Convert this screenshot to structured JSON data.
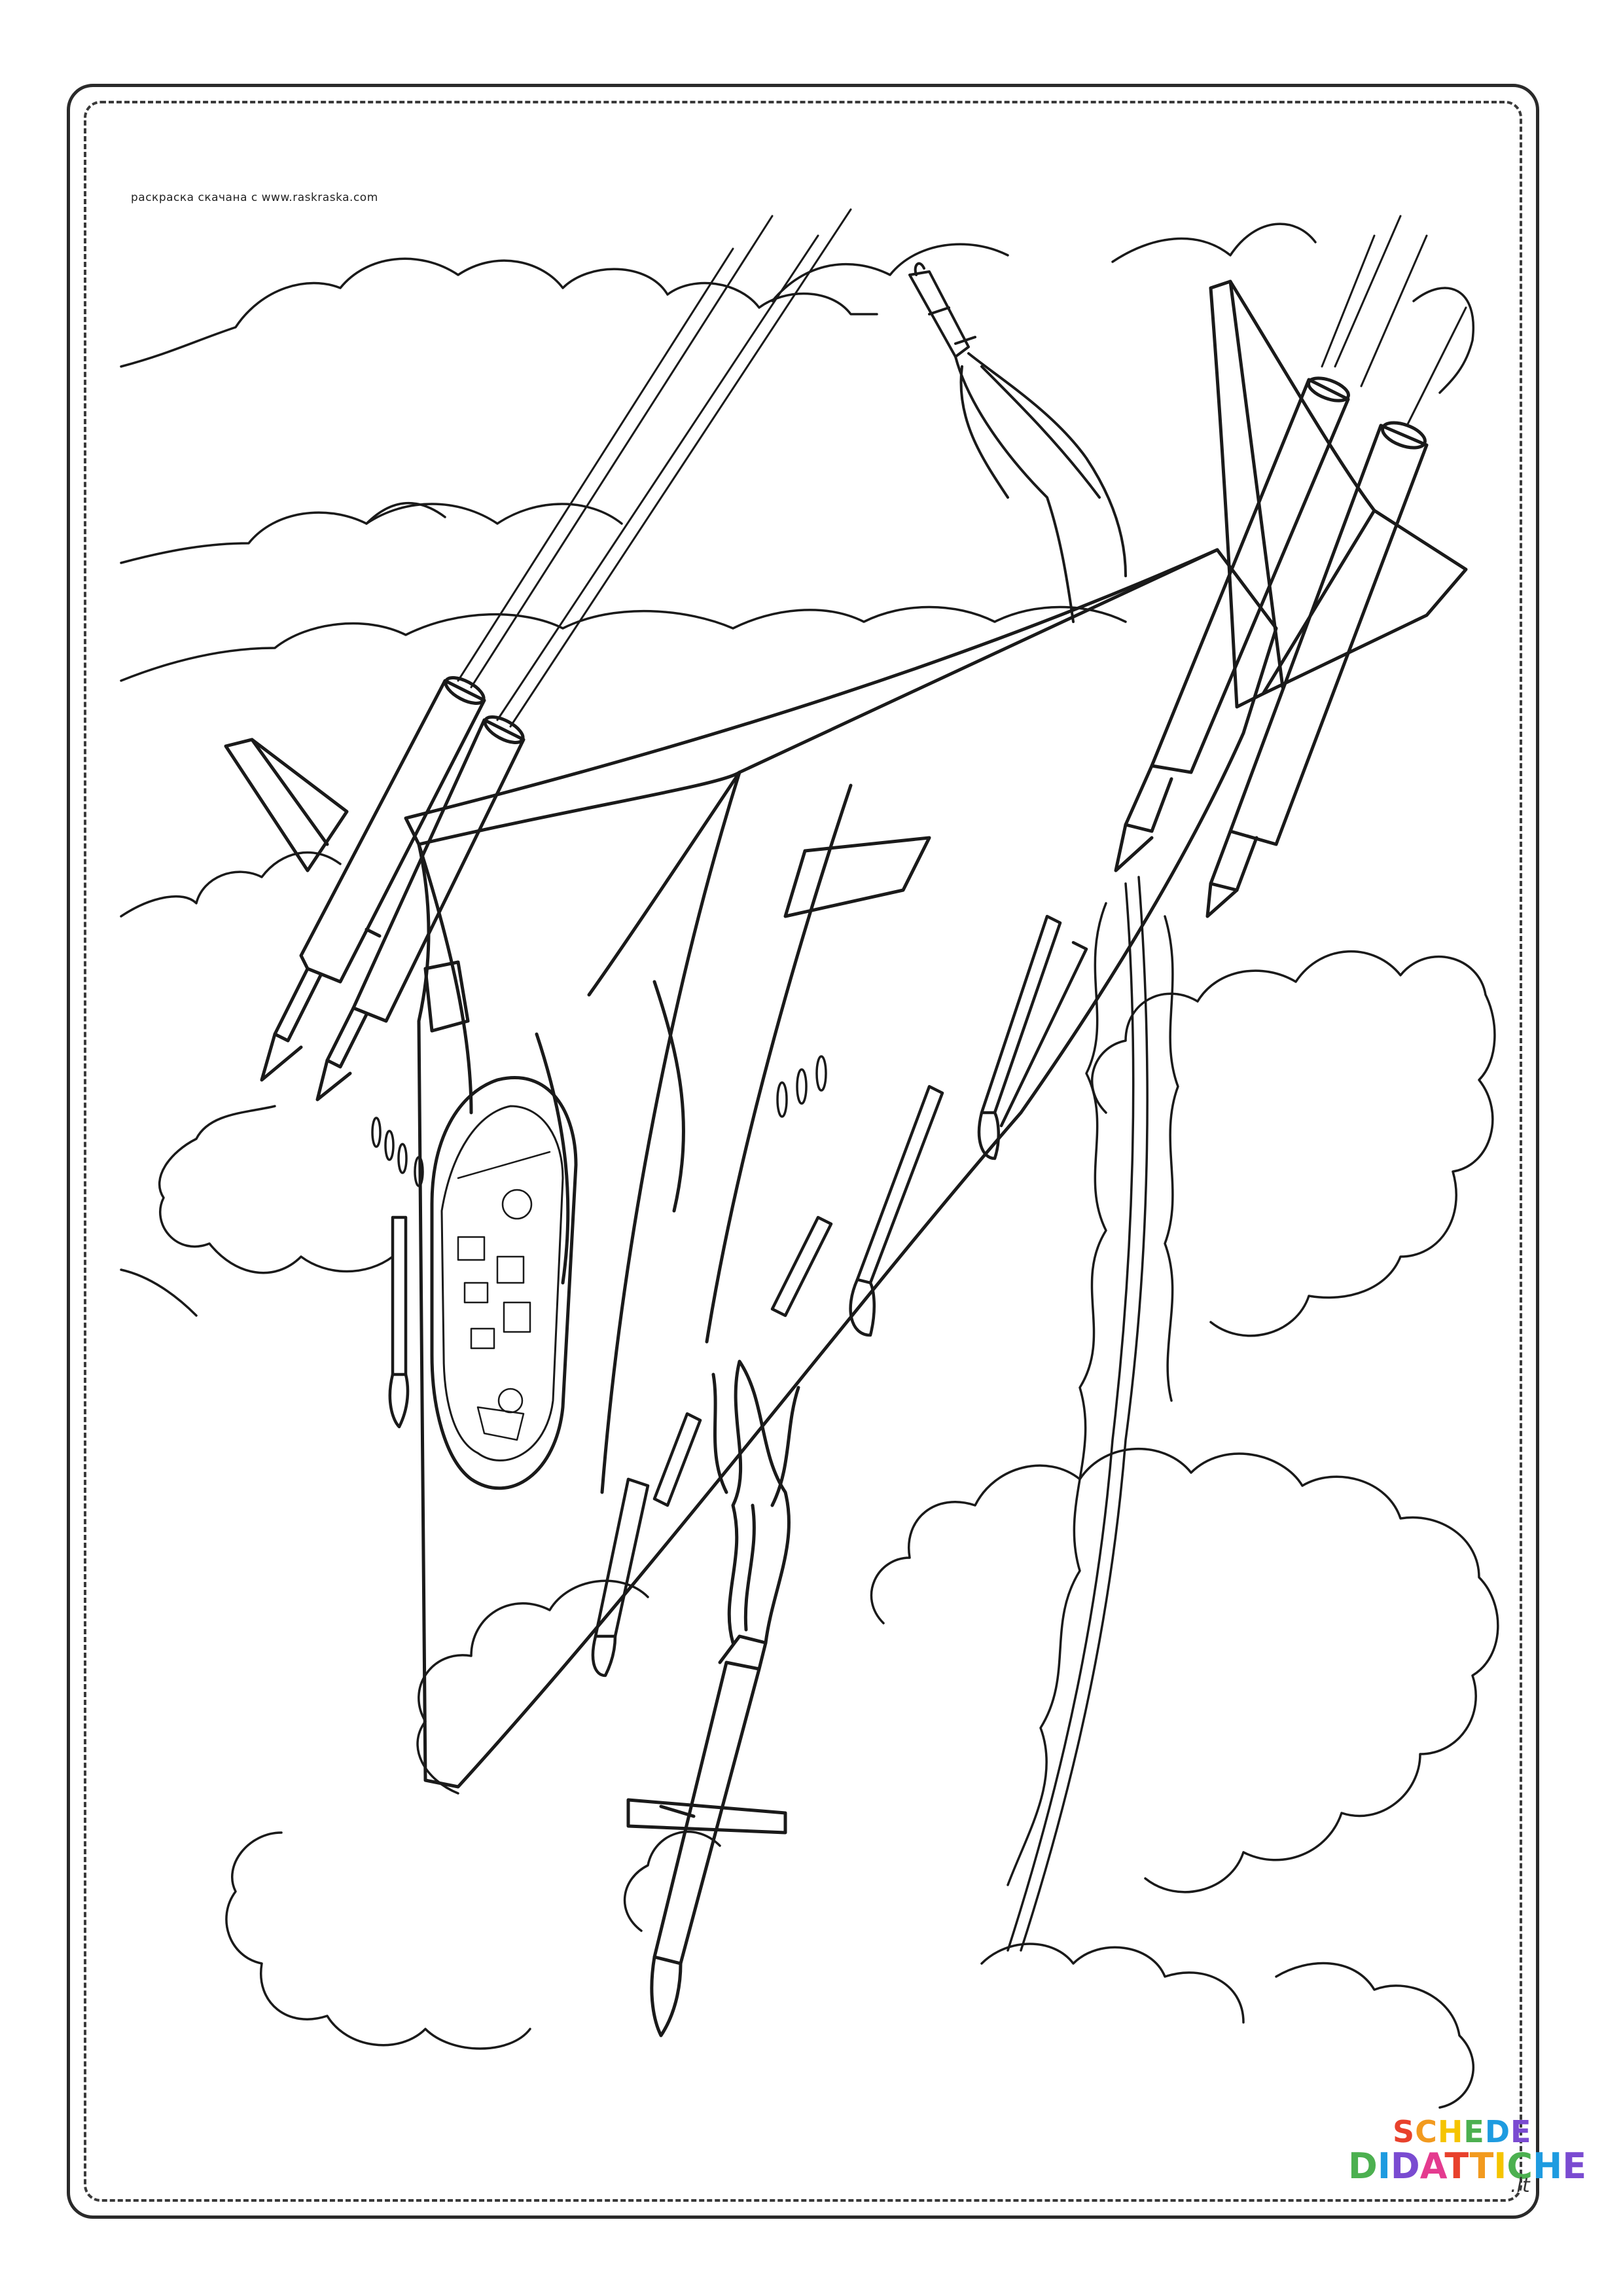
{
  "credit_text": "раскраска скачана с www.raskraska.com",
  "logo": {
    "line1": "SCHEDE",
    "line2": "DIDATTICHE",
    "suffix": ".it",
    "colors": [
      "#e8412c",
      "#f29a1f",
      "#f5c400",
      "#4cb050",
      "#1e9be0",
      "#7a4bd1",
      "#e43b8f"
    ]
  },
  "icons": {
    "jet": "fighter-jet-illustration",
    "missile": "missile-illustration",
    "cloud": "cloud-outline"
  }
}
